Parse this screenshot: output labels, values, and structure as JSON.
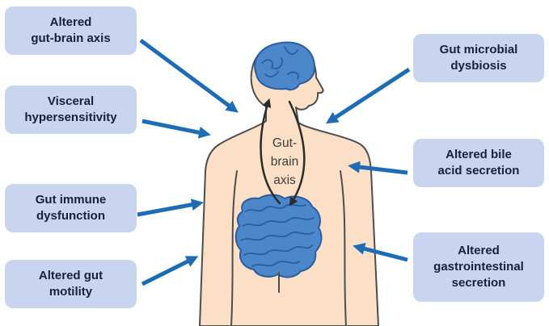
{
  "center_label": "Gut-\nbrain\naxis",
  "boxes": {
    "left": [
      {
        "label": "Altered\ngut-brain axis"
      },
      {
        "label": "Visceral\nhypersensitivity"
      },
      {
        "label": "Gut immune\ndysfunction"
      },
      {
        "label": "Altered gut\nmotility"
      }
    ],
    "right": [
      {
        "label": "Gut microbial\ndysbiosis"
      },
      {
        "label": "Altered bile\nacid secretion"
      },
      {
        "label": "Altered\ngastrointestinal\nsecretion"
      }
    ]
  },
  "colors": {
    "box_background": "#c9d4ee",
    "arrow_blue": "#1e6cb5",
    "skin": "#fbdfc6",
    "organ_blue": "#4b87ca",
    "organ_line": "#2c5d9e",
    "outline_gray": "#4d4d4d",
    "label_text": "#1a1f3d"
  }
}
